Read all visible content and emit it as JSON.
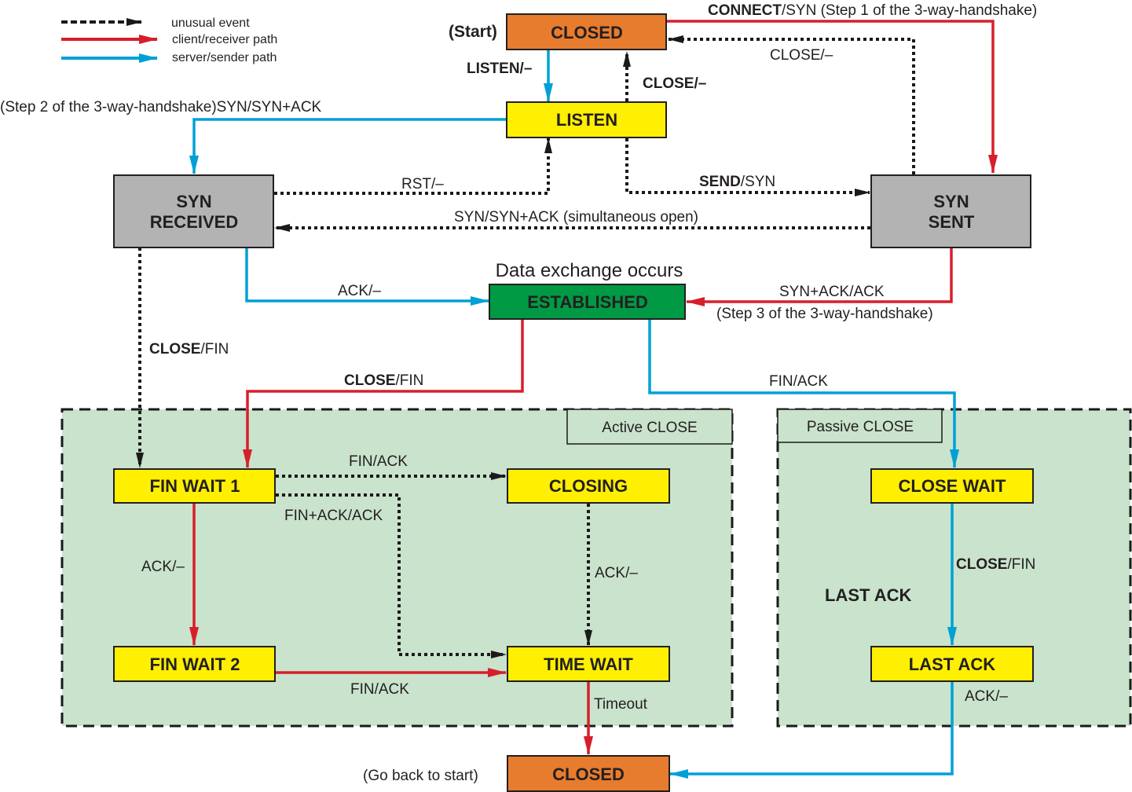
{
  "colors": {
    "closed": "#e77c2e",
    "listen": "#ffef00",
    "grey_state": "#b3b3b3",
    "established": "#009a44",
    "yellow_state": "#ffef00",
    "unusual": "#1a1a1a",
    "client": "#d71f2c",
    "server": "#00a0d6",
    "close_region": "#c9e3cc"
  },
  "legend": {
    "items": [
      {
        "label": "unusual event",
        "style": "unusual"
      },
      {
        "label": "client/receiver path",
        "style": "client"
      },
      {
        "label": "server/sender path",
        "style": "server"
      }
    ]
  },
  "regions": {
    "active": {
      "label": "Active CLOSE"
    },
    "passive": {
      "label": "Passive CLOSE"
    }
  },
  "states": {
    "closed_top": {
      "label": "CLOSED",
      "note": "(Start)"
    },
    "listen": {
      "label": "LISTEN"
    },
    "syn_received": {
      "line1": "SYN",
      "line2": "RECEIVED"
    },
    "syn_sent": {
      "line1": "SYN",
      "line2": "SENT"
    },
    "established": {
      "label": "ESTABLISHED",
      "note": "Data exchange occurs"
    },
    "fin_wait_1": {
      "label": "FIN WAIT 1"
    },
    "fin_wait_2": {
      "label": "FIN WAIT 2"
    },
    "closing": {
      "label": "CLOSING"
    },
    "time_wait": {
      "label": "TIME WAIT"
    },
    "close_wait": {
      "label": "CLOSE WAIT"
    },
    "last_ack": {
      "label": "LAST ACK",
      "side_label": "LAST ACK"
    },
    "closed_bottom": {
      "label": "CLOSED",
      "note": "(Go back to start)"
    }
  },
  "transitions": {
    "connect": {
      "bold": "CONNECT",
      "rest": "/SYN (Step 1 of the 3-way-handshake)"
    },
    "close_synsent": {
      "label": "CLOSE/–"
    },
    "listen": {
      "label": "LISTEN/–"
    },
    "close_listen": {
      "label": "CLOSE/–"
    },
    "syn_synack": {
      "label": "(Step 2 of the 3-way-handshake)SYN/SYN+ACK"
    },
    "rst": {
      "label": "RST/–"
    },
    "send": {
      "bold": "SEND",
      "rest": "/SYN"
    },
    "simultaneous": {
      "label": "SYN/SYN+ACK (simultaneous open)"
    },
    "ack_established": {
      "label": "ACK/–"
    },
    "synack_ack": {
      "label": "SYN+ACK/ACK",
      "note": "(Step 3 of the 3-way-handshake)"
    },
    "close_fin_synrcvd": {
      "bold": "CLOSE",
      "rest": "/FIN"
    },
    "close_fin_est": {
      "bold": "CLOSE",
      "rest": "/FIN"
    },
    "fin_ack_est": {
      "label": "FIN/ACK"
    },
    "fin_ack_fw1": {
      "label": "FIN/ACK"
    },
    "finack_ack": {
      "label": "FIN+ACK/ACK"
    },
    "ack_fw1": {
      "label": "ACK/–"
    },
    "ack_closing": {
      "label": "ACK/–"
    },
    "fin_ack_fw2": {
      "label": "FIN/ACK"
    },
    "timeout": {
      "label": "Timeout"
    },
    "close_fin_cw": {
      "bold": "CLOSE",
      "rest": "/FIN"
    },
    "ack_lastack": {
      "label": "ACK/–"
    }
  }
}
